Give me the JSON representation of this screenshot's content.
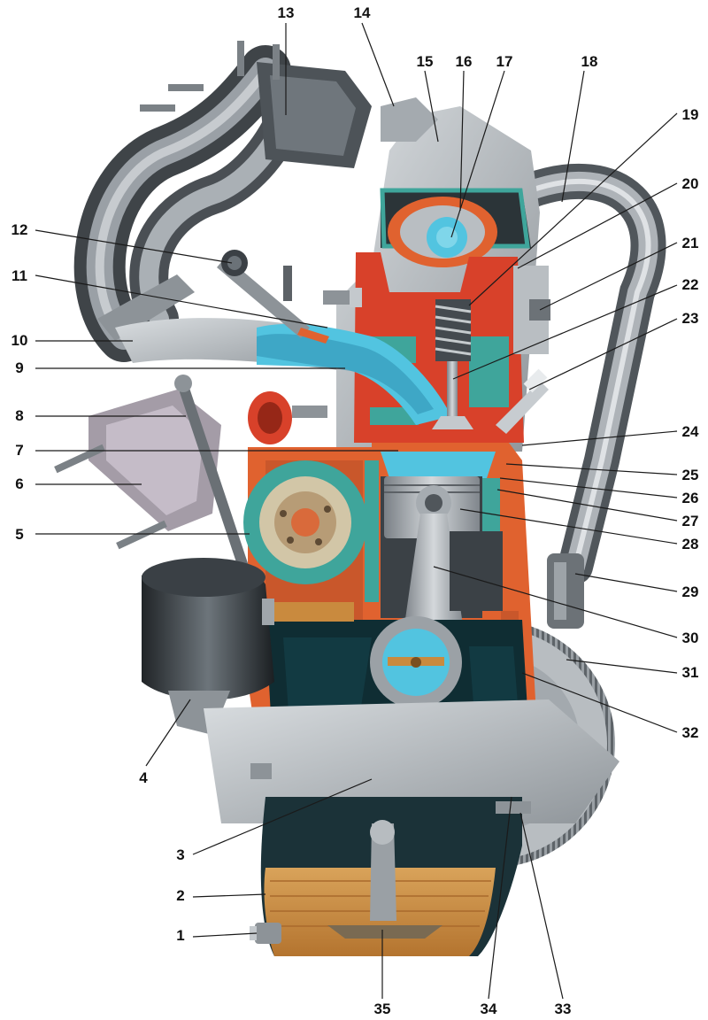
{
  "colors": {
    "casting_gray": "#a9aeb3",
    "casting_dark": "#5c6166",
    "section_red": "#d8412a",
    "section_orange": "#e0622f",
    "coolant_teal": "#3fa59b",
    "port_blue": "#52c4e0",
    "oil_amber": "#c98a3e",
    "crankcase_dark": "#0f2d33"
  },
  "callouts": [
    {
      "id": "1",
      "label": "1"
    },
    {
      "id": "2",
      "label": "2"
    },
    {
      "id": "3",
      "label": "3"
    },
    {
      "id": "4",
      "label": "4"
    },
    {
      "id": "5",
      "label": "5"
    },
    {
      "id": "6",
      "label": "6"
    },
    {
      "id": "7",
      "label": "7"
    },
    {
      "id": "8",
      "label": "8"
    },
    {
      "id": "9",
      "label": "9"
    },
    {
      "id": "10",
      "label": "10"
    },
    {
      "id": "11",
      "label": "11"
    },
    {
      "id": "12",
      "label": "12"
    },
    {
      "id": "13",
      "label": "13"
    },
    {
      "id": "14",
      "label": "14"
    },
    {
      "id": "15",
      "label": "15"
    },
    {
      "id": "16",
      "label": "16"
    },
    {
      "id": "17",
      "label": "17"
    },
    {
      "id": "18",
      "label": "18"
    },
    {
      "id": "19",
      "label": "19"
    },
    {
      "id": "20",
      "label": "20"
    },
    {
      "id": "21",
      "label": "21"
    },
    {
      "id": "22",
      "label": "22"
    },
    {
      "id": "23",
      "label": "23"
    },
    {
      "id": "24",
      "label": "24"
    },
    {
      "id": "25",
      "label": "25"
    },
    {
      "id": "26",
      "label": "26"
    },
    {
      "id": "27",
      "label": "27"
    },
    {
      "id": "28",
      "label": "28"
    },
    {
      "id": "29",
      "label": "29"
    },
    {
      "id": "30",
      "label": "30"
    },
    {
      "id": "31",
      "label": "31"
    },
    {
      "id": "32",
      "label": "32"
    },
    {
      "id": "33",
      "label": "33"
    },
    {
      "id": "34",
      "label": "34"
    },
    {
      "id": "35",
      "label": "35"
    }
  ]
}
